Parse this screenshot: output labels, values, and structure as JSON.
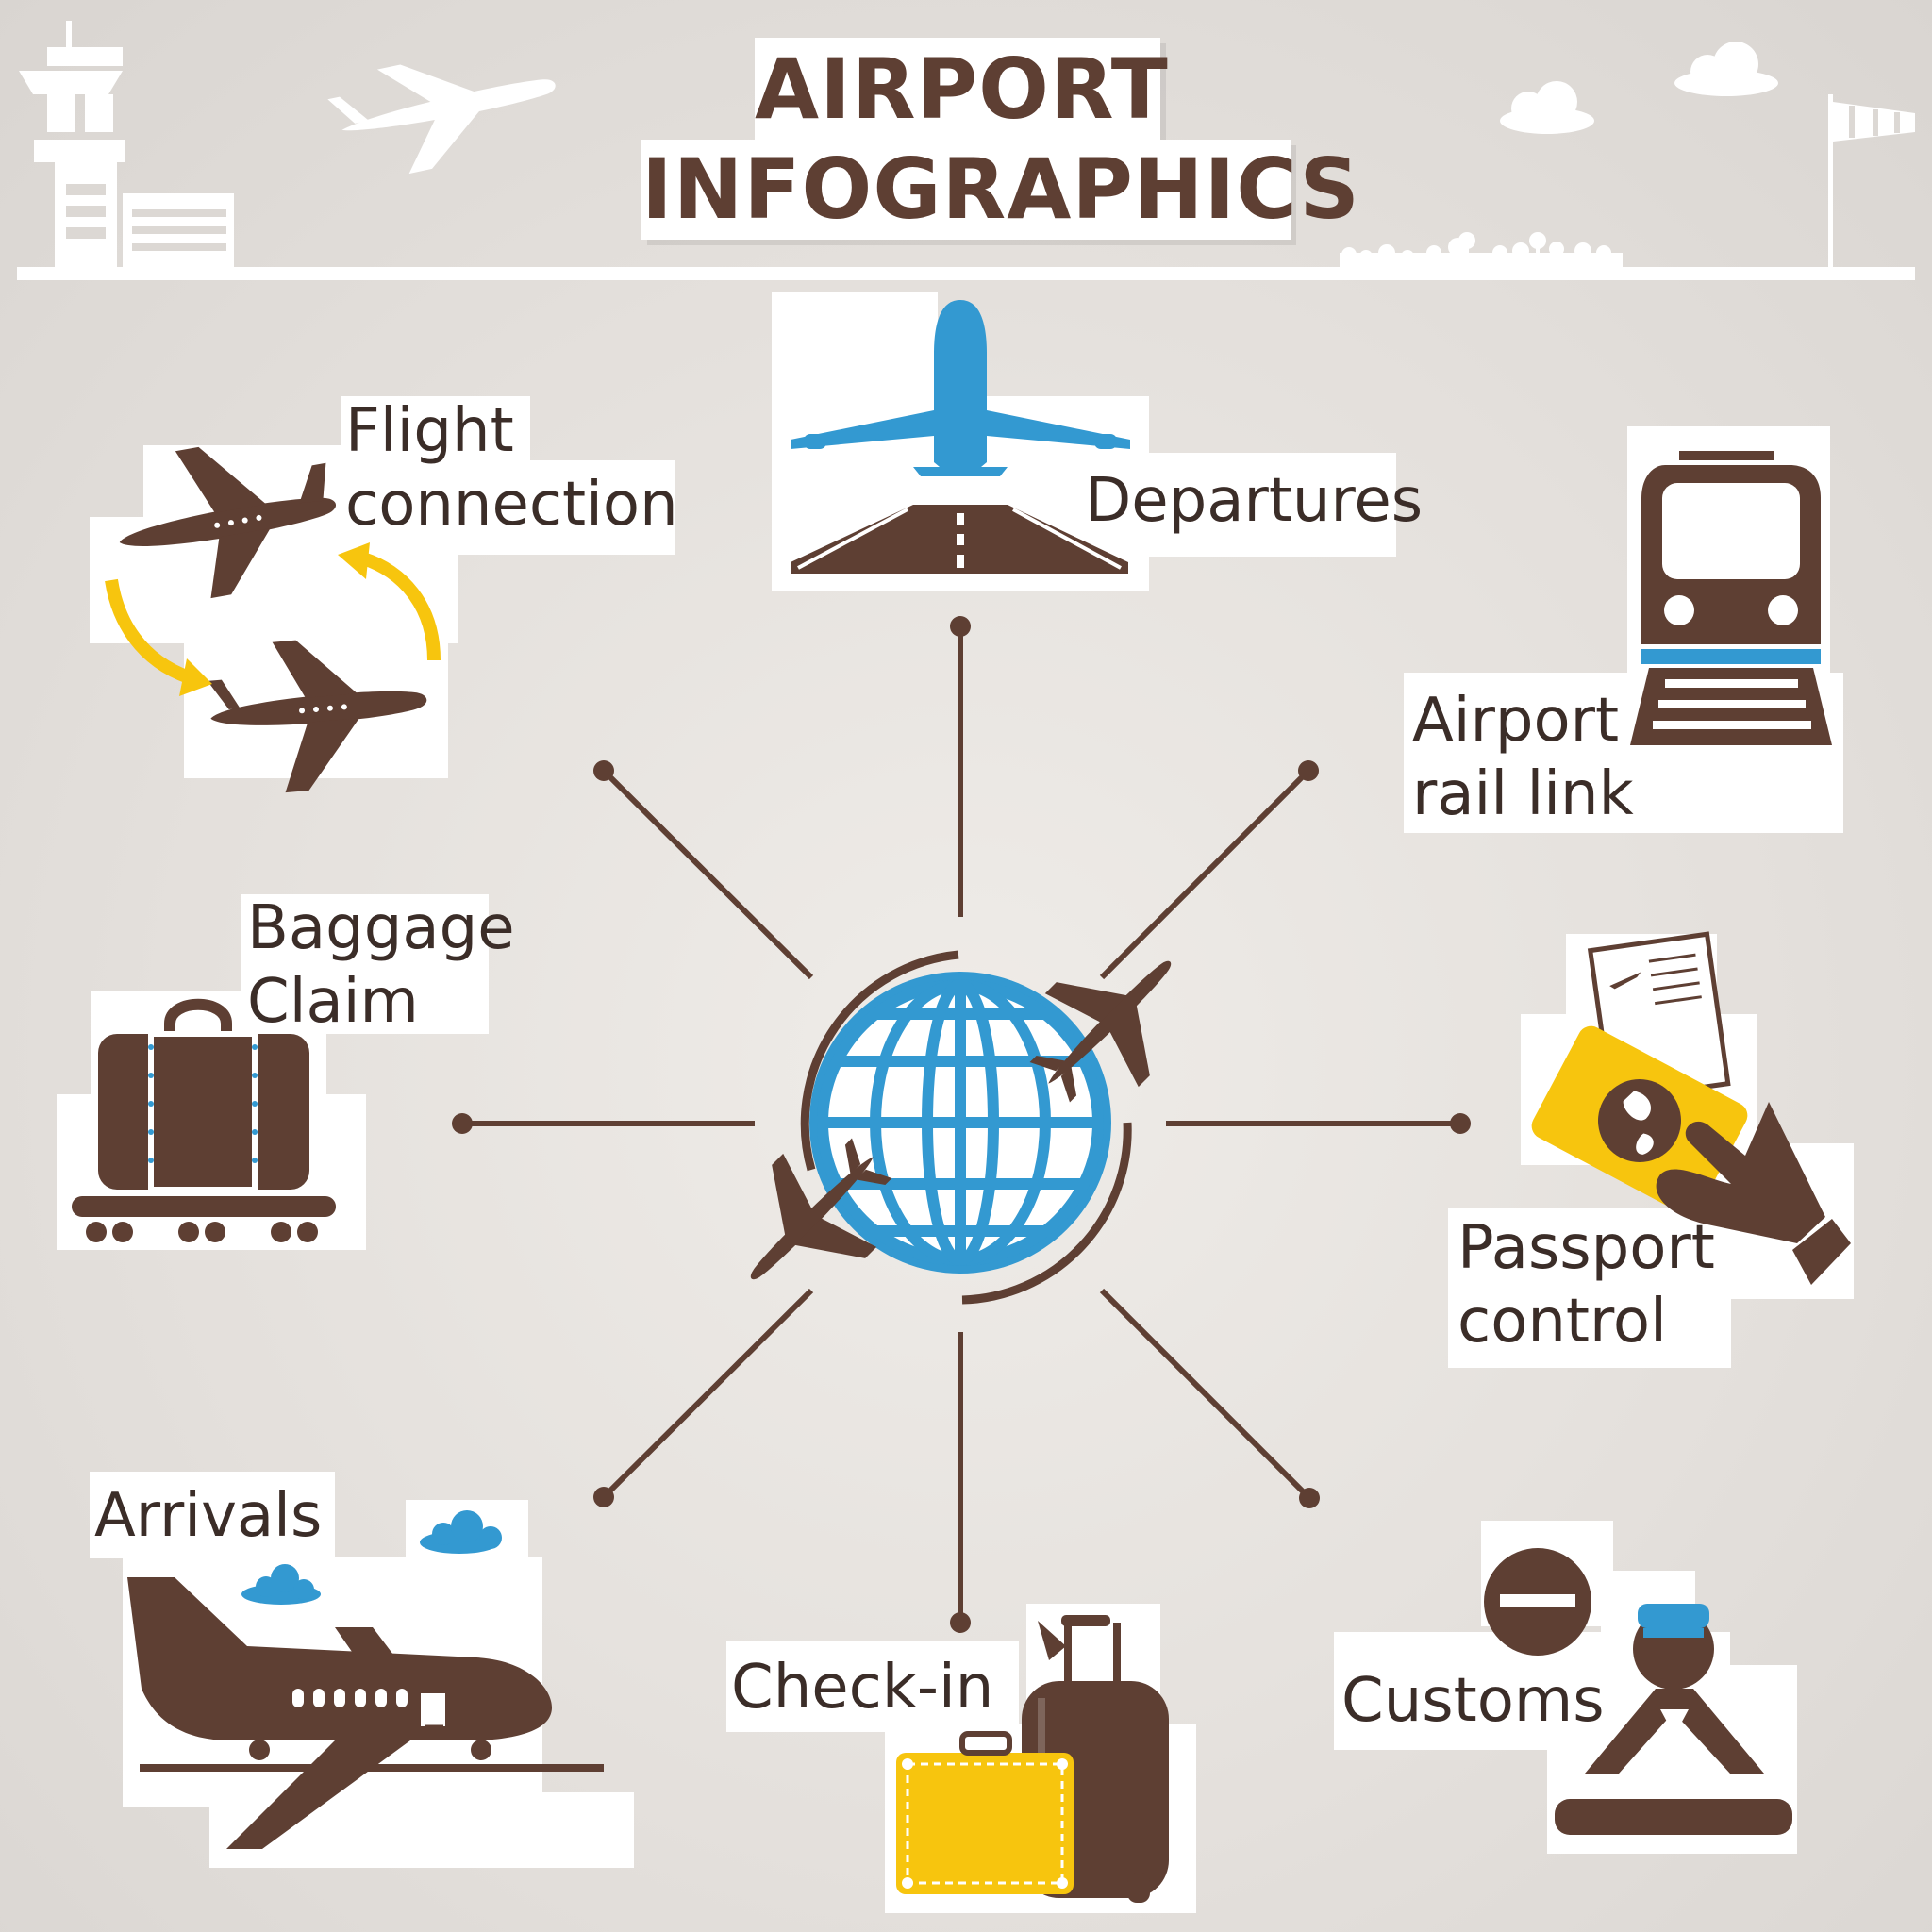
{
  "title": {
    "line1": "AIRPORT",
    "line2": "INFOGRAPHICS"
  },
  "colors": {
    "brown": "#5e3f33",
    "blue": "#3399d1",
    "yellow": "#f7c50e",
    "background": "#e6e2de",
    "white": "#ffffff"
  },
  "items": [
    {
      "id": "departures",
      "label_lines": [
        "Departures"
      ],
      "icon": "departing-plane-runway-icon"
    },
    {
      "id": "rail",
      "label_lines": [
        "Airport",
        "rail link"
      ],
      "icon": "train-icon"
    },
    {
      "id": "passport",
      "label_lines": [
        "Passport",
        "control"
      ],
      "icon": "passport-hand-icon"
    },
    {
      "id": "customs",
      "label_lines": [
        "Customs"
      ],
      "icon": "customs-officer-icon"
    },
    {
      "id": "checkin",
      "label_lines": [
        "Check-in"
      ],
      "icon": "luggage-icon"
    },
    {
      "id": "arrivals",
      "label_lines": [
        "Arrivals"
      ],
      "icon": "arriving-plane-icon"
    },
    {
      "id": "baggage",
      "label_lines": [
        "Baggage",
        "Claim"
      ],
      "icon": "baggage-carousel-icon"
    },
    {
      "id": "connection",
      "label_lines": [
        "Flight",
        "connection"
      ],
      "icon": "connecting-planes-icon"
    }
  ],
  "center_icon": "globe-with-planes-icon"
}
